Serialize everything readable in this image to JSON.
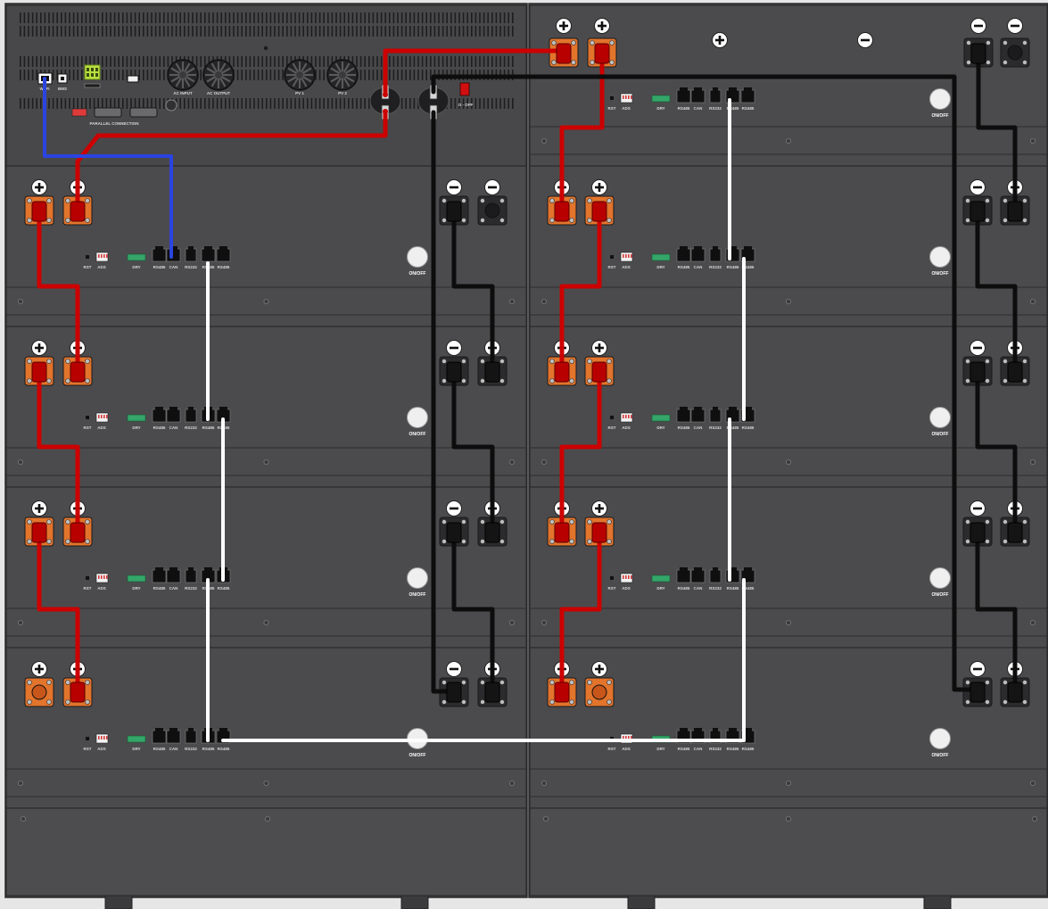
{
  "ports": {
    "rst": "RST",
    "ads": "ADS",
    "dry": "DRY",
    "rs485": "RS485",
    "can": "CAN",
    "rs232": "RS232"
  },
  "switch_label": "ON/OFF",
  "inverter": {
    "pv1": "PV 1",
    "pv2": "PV 2",
    "ac_input": "AC INPUT",
    "ac_output": "AC OUTPUT",
    "parallel_connection": "PARALLEL CONNECTION",
    "breaker_label": "O - OFF",
    "bms": "BMS",
    "wifi": "WI-FI"
  },
  "colors": {
    "chassis": "#4a4a4c",
    "positive_cable": "#cc0000",
    "negative_cable": "#0d0d0d",
    "comm_cable": "#ffffff",
    "can_cable": "#2a44e0",
    "terminal_positive": "#e2742c",
    "terminal_negative": "#2b2b2d",
    "connector_green": "#b8e040"
  },
  "icons": {
    "positive_terminal": "plus-icon",
    "negative_terminal": "minus-icon",
    "power_switch": "power-switch-icon"
  }
}
